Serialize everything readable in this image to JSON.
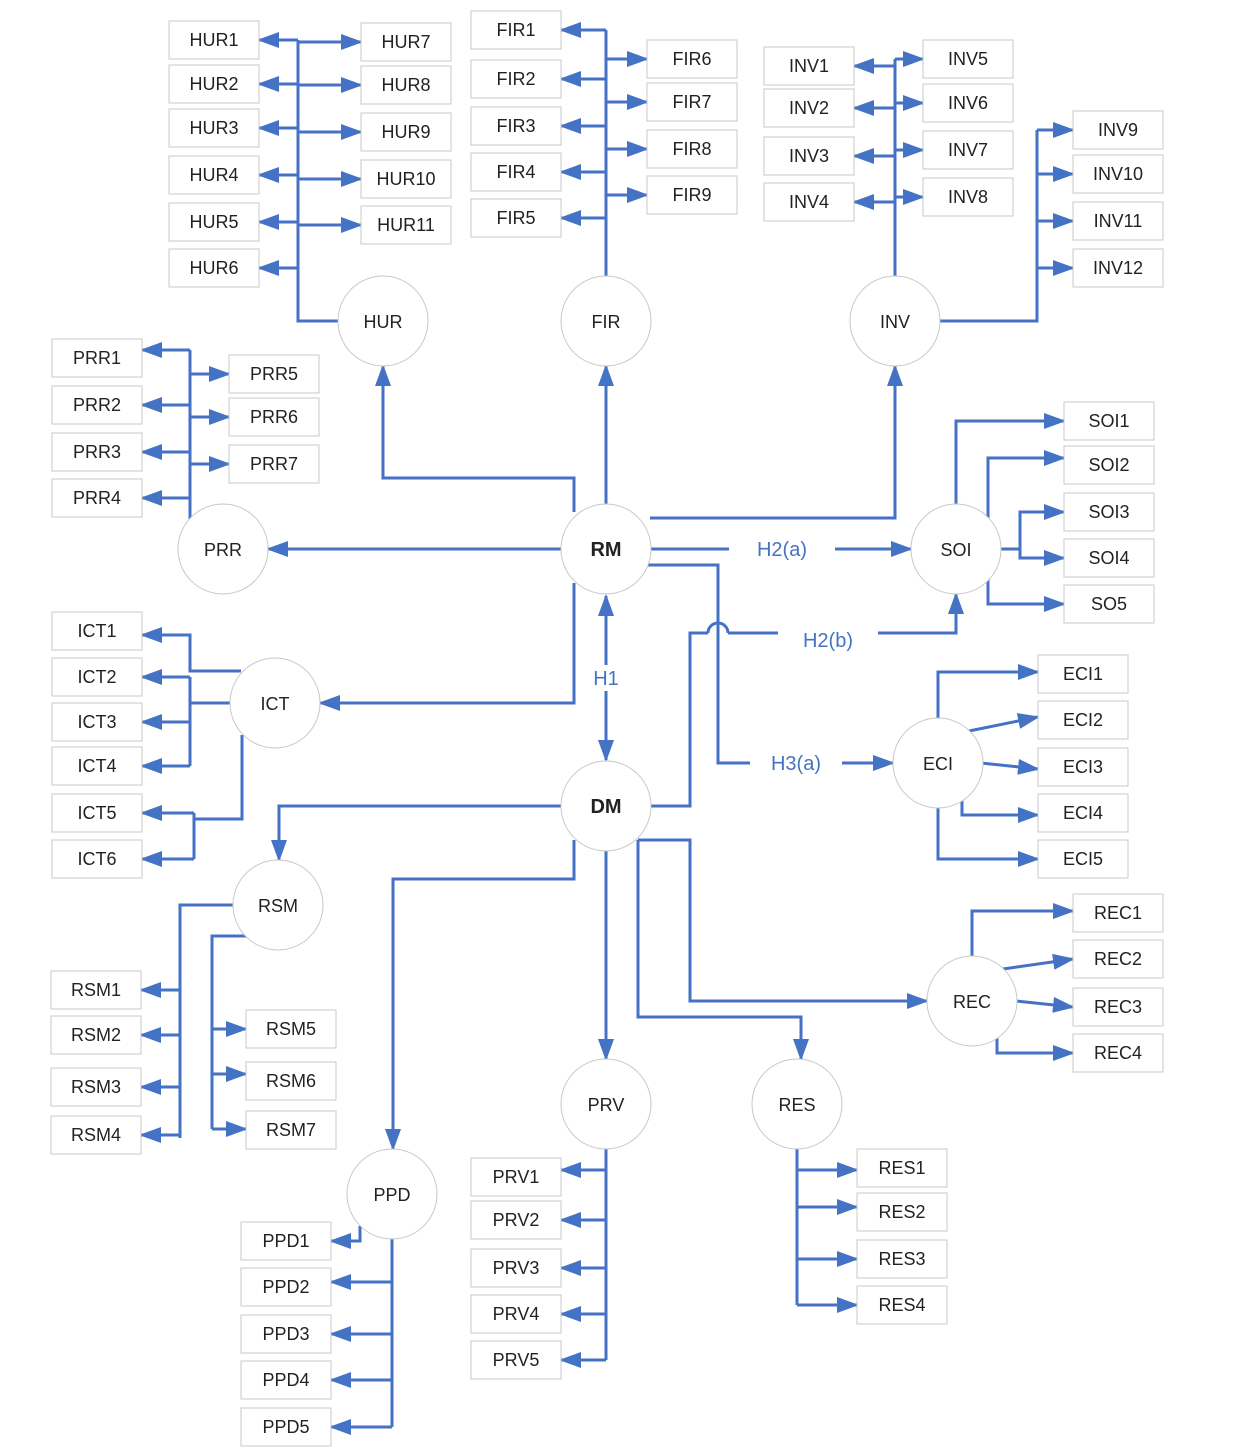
{
  "colors": {
    "line": "#4472c4",
    "box_border": "#c8c8c8",
    "text": "#222222"
  },
  "hubs": {
    "RM": "RM",
    "DM": "DM",
    "HUR": "HUR",
    "FIR": "FIR",
    "INV": "INV",
    "PRR": "PRR",
    "SOI": "SOI",
    "ICT": "ICT",
    "ECI": "ECI",
    "RSM": "RSM",
    "REC": "REC",
    "PPD": "PPD",
    "PRV": "PRV",
    "RES": "RES"
  },
  "edge_labels": {
    "H1": "H1",
    "H2a": "H2(a)",
    "H2b": "H2(b)",
    "H3a": "H3(a)"
  },
  "leaves": {
    "HUR": [
      "HUR1",
      "HUR2",
      "HUR3",
      "HUR4",
      "HUR5",
      "HUR6",
      "HUR7",
      "HUR8",
      "HUR9",
      "HUR10",
      "HUR11"
    ],
    "FIR": [
      "FIR1",
      "FIR2",
      "FIR3",
      "FIR4",
      "FIR5",
      "FIR6",
      "FIR7",
      "FIR8",
      "FIR9"
    ],
    "INV": [
      "INV1",
      "INV2",
      "INV3",
      "INV4",
      "INV5",
      "INV6",
      "INV7",
      "INV8",
      "INV9",
      "INV10",
      "INV11",
      "INV12"
    ],
    "PRR": [
      "PRR1",
      "PRR2",
      "PRR3",
      "PRR4",
      "PRR5",
      "PRR6",
      "PRR7"
    ],
    "SOI": [
      "SOI1",
      "SOI2",
      "SOI3",
      "SOI4",
      "SO5"
    ],
    "ICT": [
      "ICT1",
      "ICT2",
      "ICT3",
      "ICT4",
      "ICT5",
      "ICT6"
    ],
    "ECI": [
      "ECI1",
      "ECI2",
      "ECI3",
      "ECI4",
      "ECI5"
    ],
    "RSM": [
      "RSM1",
      "RSM2",
      "RSM3",
      "RSM4",
      "RSM5",
      "RSM6",
      "RSM7"
    ],
    "REC": [
      "REC1",
      "REC2",
      "REC3",
      "REC4"
    ],
    "PPD": [
      "PPD1",
      "PPD2",
      "PPD3",
      "PPD4",
      "PPD5"
    ],
    "PRV": [
      "PRV1",
      "PRV2",
      "PRV3",
      "PRV4",
      "PRV5"
    ],
    "RES": [
      "RES1",
      "RES2",
      "RES3",
      "RES4"
    ]
  }
}
